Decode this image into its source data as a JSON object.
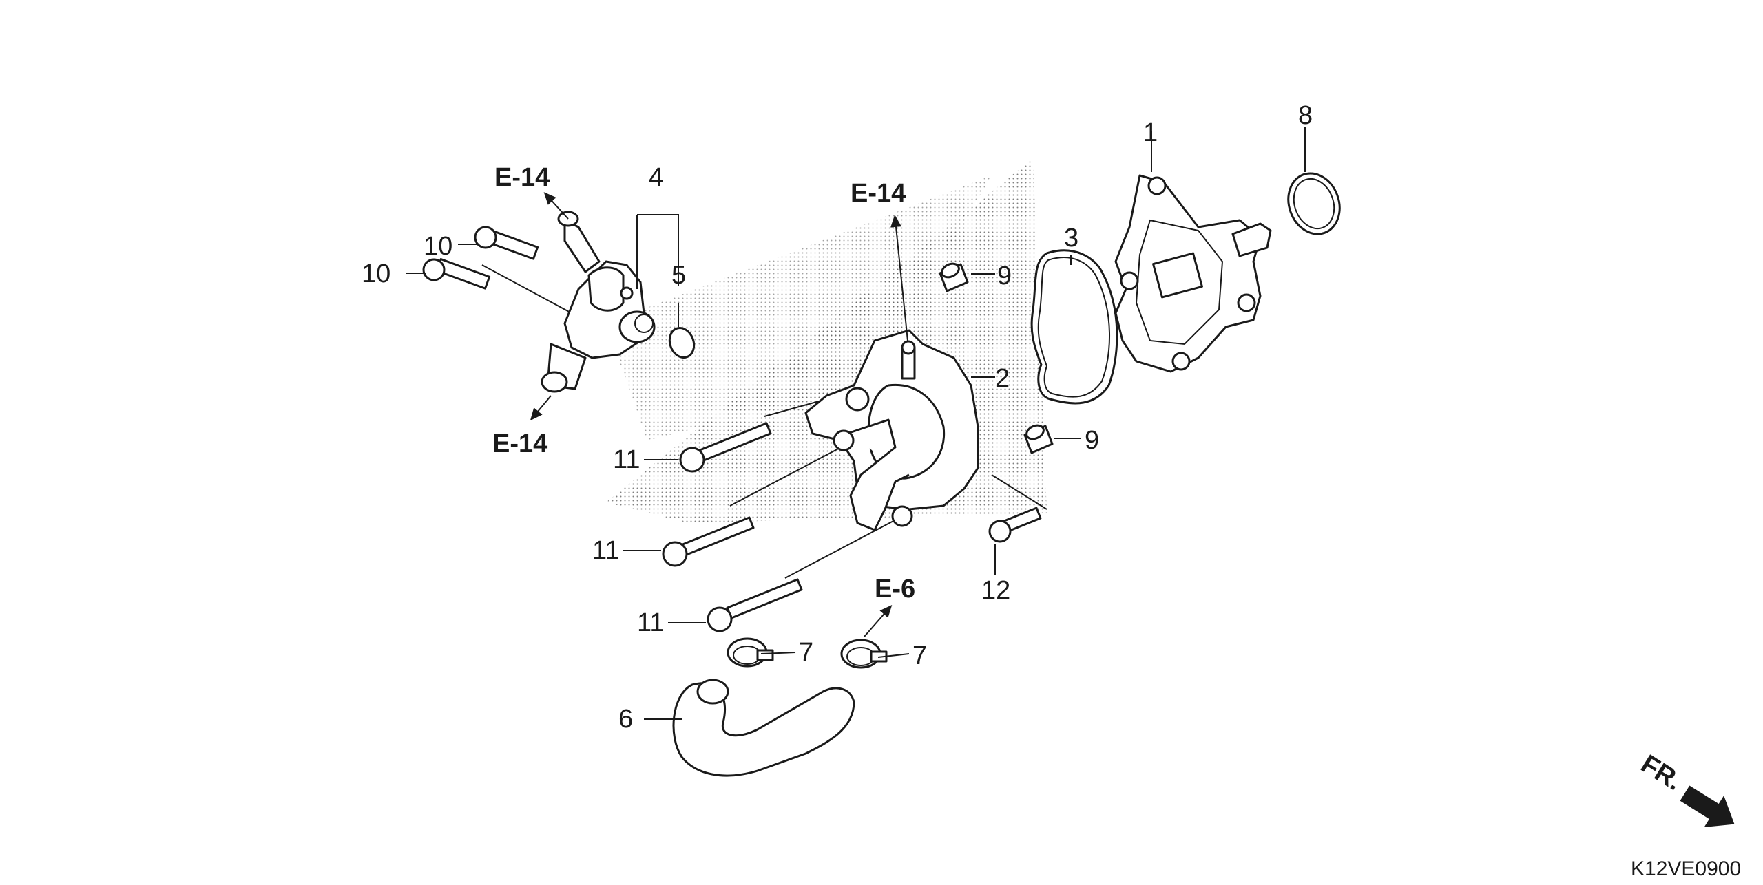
{
  "diagram": {
    "code": "K12VE0900",
    "front_marker": "FR.",
    "part_labels": [
      "1",
      "2",
      "3",
      "4",
      "5",
      "6",
      "7",
      "7",
      "8",
      "9",
      "9",
      "10",
      "10",
      "11",
      "11",
      "11",
      "12"
    ],
    "references": [
      "E-14",
      "E-14",
      "E-14",
      "E-6"
    ]
  },
  "icons": {
    "front_arrow": "fr-arrow-icon"
  }
}
